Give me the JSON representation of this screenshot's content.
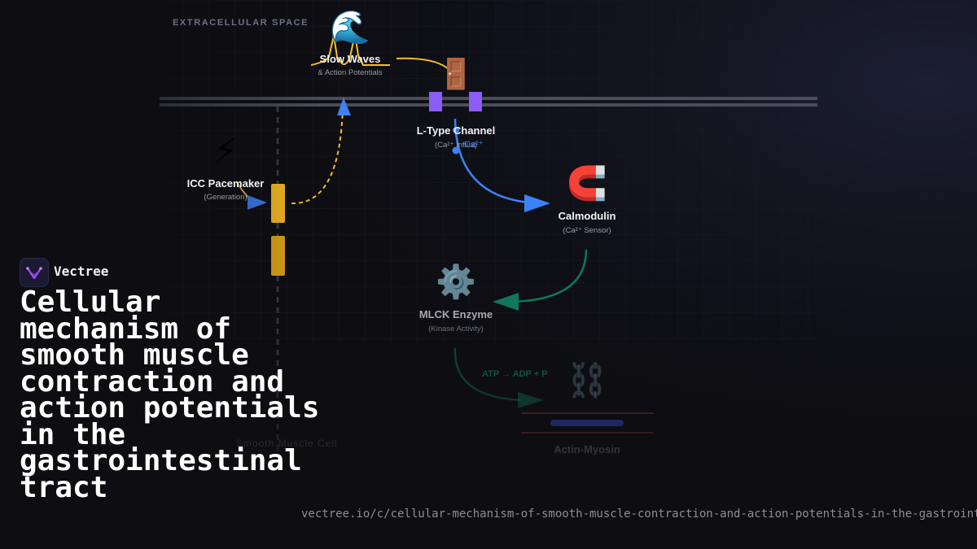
{
  "diagram": {
    "region_label": "EXTRACELLULAR SPACE",
    "nodes": {
      "slow_waves": {
        "icon": "wave-icon",
        "title": "Slow Waves",
        "subtitle": "& Action Potentials"
      },
      "l_type_channel": {
        "icon": "door-icon",
        "title": "L-Type Channel",
        "subtitle": "(Ca²⁺ Influx)",
        "ion_label": "Ca²⁺"
      },
      "icc_pacemaker": {
        "icon": "lightning-icon",
        "title": "ICC Pacemaker",
        "subtitle": "(Generation)"
      },
      "calmodulin": {
        "icon": "magnet-icon",
        "title": "Calmodulin",
        "subtitle": "(Ca²⁺ Sensor)"
      },
      "mlck_enzyme": {
        "icon": "gear-icon",
        "title": "MLCK Enzyme",
        "subtitle": "(Kinase Activity)"
      },
      "actin_myosin": {
        "icon": "chain-icon",
        "title": "Actin-Myosin"
      }
    },
    "reaction_label": "ATP → ADP + P",
    "faded_label": "Smooth Muscle Cell",
    "colors": {
      "background": "#0d0d12",
      "membrane": "#4a4d5a",
      "channel": "#8b5cf6",
      "pacemaker": "#fbbf24",
      "calcium_flow": "#3b82f6",
      "enzyme_flow": "#10785a"
    }
  },
  "brand": {
    "name": "Vectree",
    "logo_icon": "vectree-logo-icon"
  },
  "page": {
    "title": "Cellular mechanism of smooth muscle contraction and action potentials in the gastrointestinal tract",
    "url": "vectree.io/c/cellular-mechanism-of-smooth-muscle-contraction-and-action-potentials-in-the-gastrointestinal-tract"
  }
}
